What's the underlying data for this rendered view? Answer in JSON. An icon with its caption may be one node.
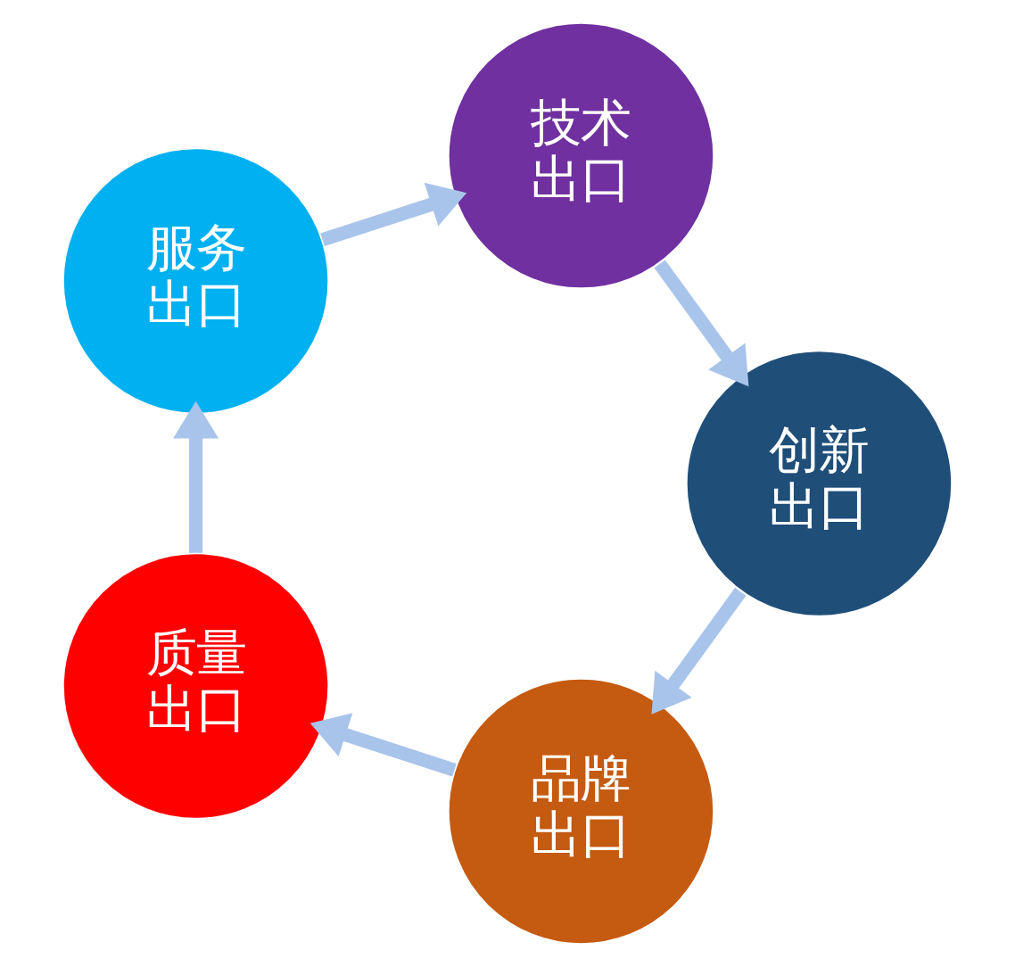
{
  "diagram": {
    "nodes": [
      {
        "text": [
          "品牌出口"
        ]
      },
      {
        "text": [
          "质量出口"
        ]
      },
      {
        "text": [
          "服务出口"
        ]
      },
      {
        "text": [
          "技术出口"
        ]
      },
      {
        "text": [
          "创新出口"
        ]
      }
    ],
    "edges": [
      {
        "from": 0,
        "to": 1,
        "arrow": "to"
      },
      {
        "from": 1,
        "to": 2,
        "arrow": "to"
      },
      {
        "from": 2,
        "to": 3,
        "arrow": "to"
      },
      {
        "from": 3,
        "to": 4,
        "arrow": "to"
      },
      {
        "from": 4,
        "to": 0,
        "arrow": "to"
      }
    ]
  }
}
